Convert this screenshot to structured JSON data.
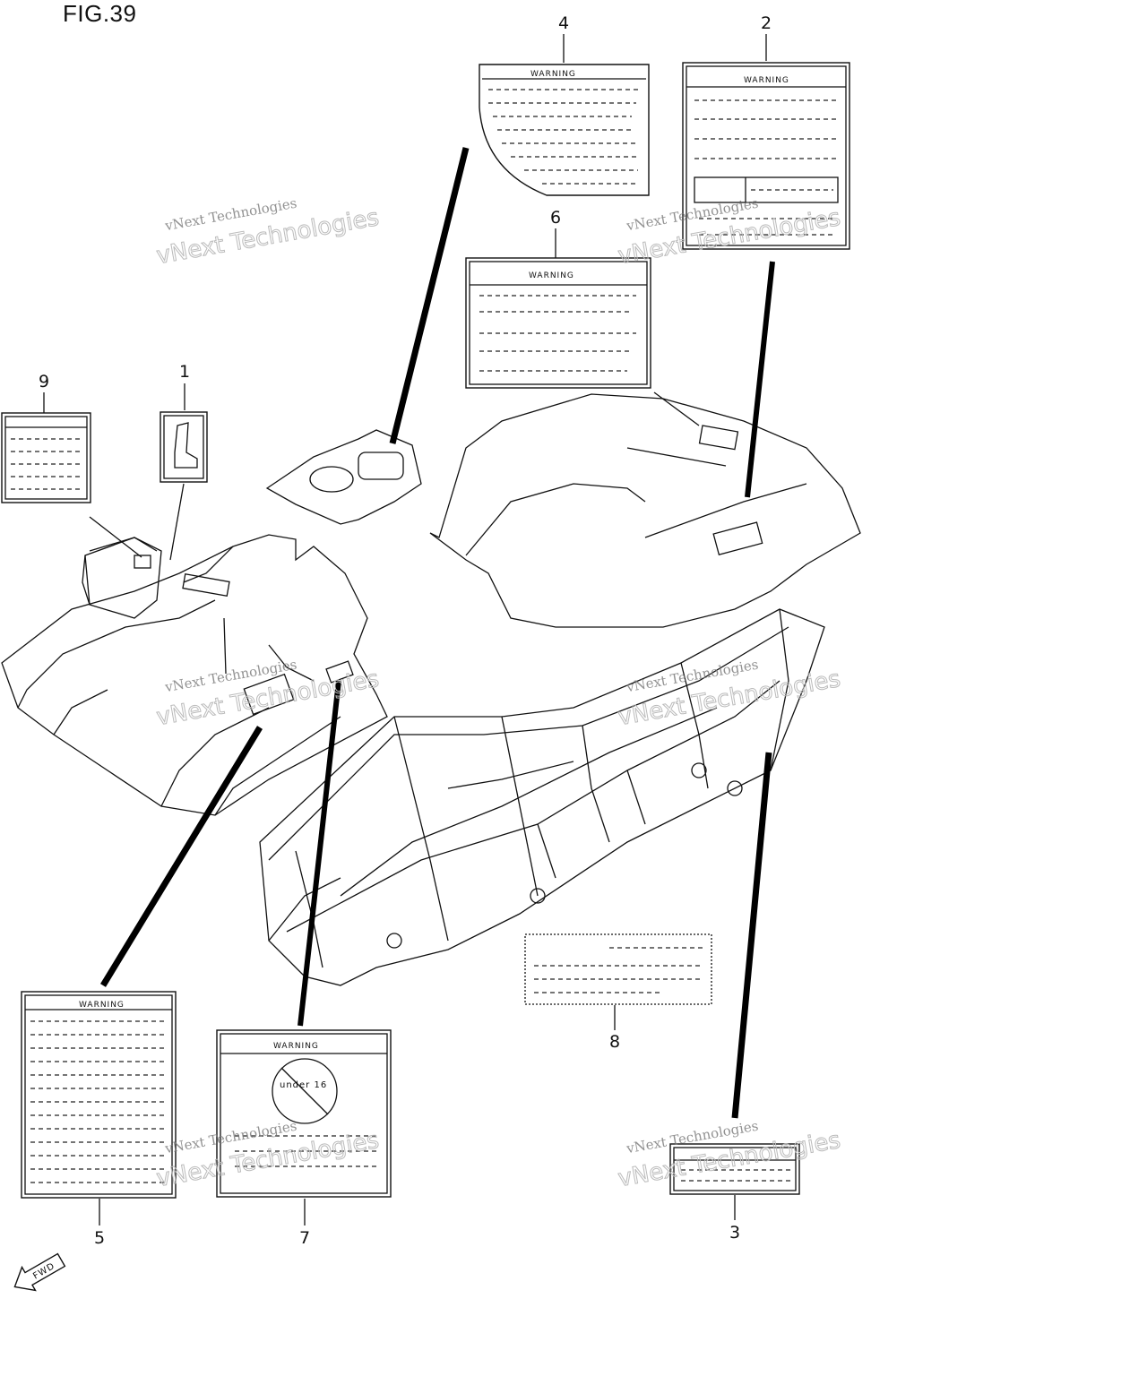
{
  "figure": {
    "title": "FIG.39"
  },
  "labels": {
    "warning_text": "WARNING",
    "age_text": "under 16",
    "fwd_text": "FWD"
  },
  "parts": [
    {
      "num": "1"
    },
    {
      "num": "2"
    },
    {
      "num": "3"
    },
    {
      "num": "4"
    },
    {
      "num": "5"
    },
    {
      "num": "6"
    },
    {
      "num": "7"
    },
    {
      "num": "8"
    },
    {
      "num": "9"
    }
  ],
  "watermark": {
    "line1": "vNext Technologies",
    "line2": "vNext Technologies"
  }
}
